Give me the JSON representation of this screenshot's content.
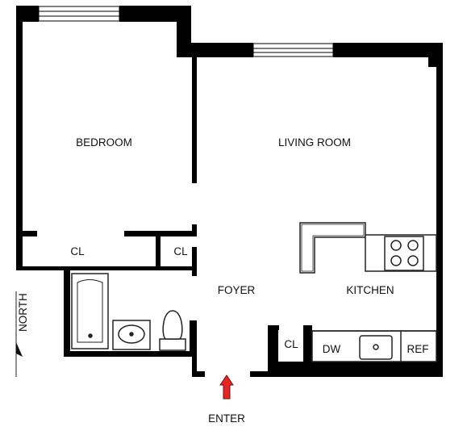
{
  "labels": {
    "bedroom": "BEDROOM",
    "living_room": "LIVING ROOM",
    "closet_bedroom": "CL",
    "closet_hall": "CL",
    "closet_entry": "CL",
    "foyer": "FOYER",
    "kitchen": "KITCHEN",
    "dishwasher": "DW",
    "refrigerator": "REF",
    "enter": "ENTER",
    "north": "NORTH"
  },
  "colors": {
    "wall": "#000000",
    "background": "#ffffff",
    "fixture_stroke": "#222222",
    "entry_arrow": "#e32626"
  },
  "icons": {
    "entry": "up-arrow-icon",
    "north": "north-arrow-icon"
  }
}
